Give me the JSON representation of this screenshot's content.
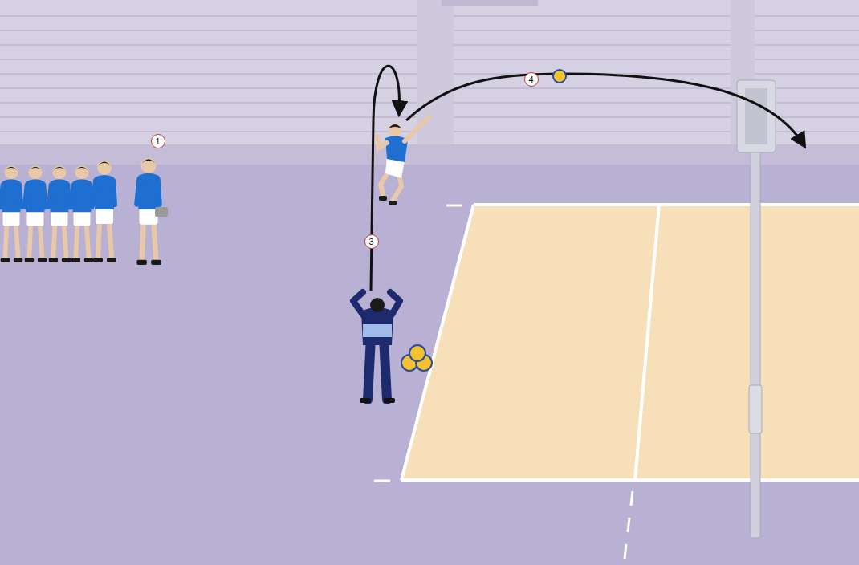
{
  "diagram": {
    "labels": [
      "1",
      "3",
      "4"
    ]
  }
}
